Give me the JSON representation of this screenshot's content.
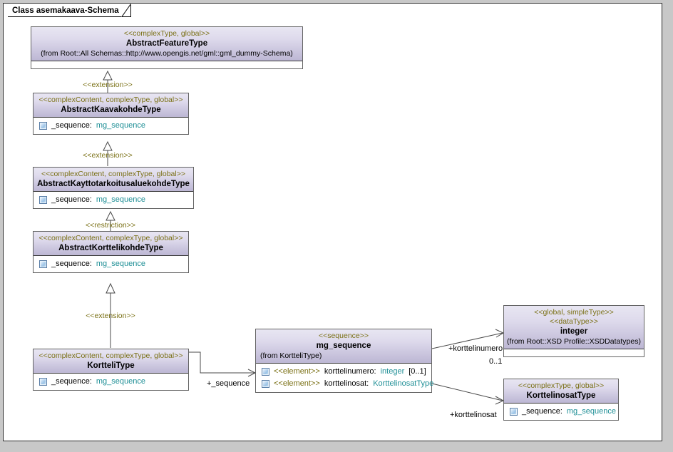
{
  "window": {
    "diagram_tab_label": "Class asemakaava-Schema"
  },
  "colors": {
    "stereotype_text": "#7a7015",
    "type_link_text": "#1f8f96",
    "header_gradient_top": "#e8e6f2",
    "header_gradient_bottom": "#bdb7d4",
    "box_border": "#636363",
    "connector": "#4a4a4a",
    "canvas": "#ffffff",
    "frame": "#c8c8c8"
  },
  "classes": {
    "abstract_feature_type": {
      "stereotype": "<<complexType, global>>",
      "name": "AbstractFeatureType",
      "from": "(from Root::All Schemas::http://www.opengis.net/gml::gml_dummy-Schema)",
      "attributes": []
    },
    "abstract_kaavakohde_type": {
      "stereotype": "<<complexContent, complexType, global>>",
      "name": "AbstractKaavakohdeType",
      "attributes": [
        {
          "icon": "attribute-icon",
          "name": "_sequence:",
          "type": "mg_sequence"
        }
      ]
    },
    "abstract_kayttotarkoitusaluekohde_type": {
      "stereotype": "<<complexContent, complexType, global>>",
      "name": "AbstractKayttotarkoitusaluekohdeType",
      "attributes": [
        {
          "icon": "attribute-icon",
          "name": "_sequence:",
          "type": "mg_sequence"
        }
      ]
    },
    "abstract_korttelikohde_type": {
      "stereotype": "<<complexContent, complexType, global>>",
      "name": "AbstractKorttelikohdeType",
      "attributes": [
        {
          "icon": "attribute-icon",
          "name": "_sequence:",
          "type": "mg_sequence"
        }
      ]
    },
    "kortteli_type": {
      "stereotype": "<<complexContent, complexType, global>>",
      "name": "KortteliType",
      "attributes": [
        {
          "icon": "attribute-icon",
          "name": "_sequence:",
          "type": "mg_sequence"
        }
      ]
    },
    "mg_sequence": {
      "stereotype": "<<sequence>>",
      "name": "mg_sequence",
      "from": "(from KortteliType)",
      "attributes": [
        {
          "icon": "element-icon",
          "stereotype": "<<element>>",
          "name": " korttelinumero:",
          "type": "integer",
          "multiplicity": "[0..1]"
        },
        {
          "icon": "element-icon",
          "stereotype": "<<element>>",
          "name": " korttelinosat:",
          "type": "KorttelinosatType",
          "multiplicity": ""
        }
      ]
    },
    "integer": {
      "stereotype": "<<global, simpleType>>",
      "stereotype2": "<<dataType>>",
      "name": "integer",
      "from": "(from Root::XSD Profile::XSDDatatypes)",
      "attributes": []
    },
    "korttelinosat_type": {
      "stereotype": "<<complexType, global>>",
      "name": "KorttelinosatType",
      "attributes": [
        {
          "icon": "attribute-icon",
          "name": "_sequence:",
          "type": "mg_sequence"
        }
      ]
    }
  },
  "connectors": {
    "ext1_label": "<<extension>>",
    "ext2_label": "<<extension>>",
    "restriction_label": "<<restriction>>",
    "ext3_label": "<<extension>>",
    "sequence_role": "+_sequence",
    "korttelinumero_role": "+korttelinumero",
    "korttelinumero_mult": "0..1",
    "korttelinosat_role": "+korttelinosat"
  }
}
